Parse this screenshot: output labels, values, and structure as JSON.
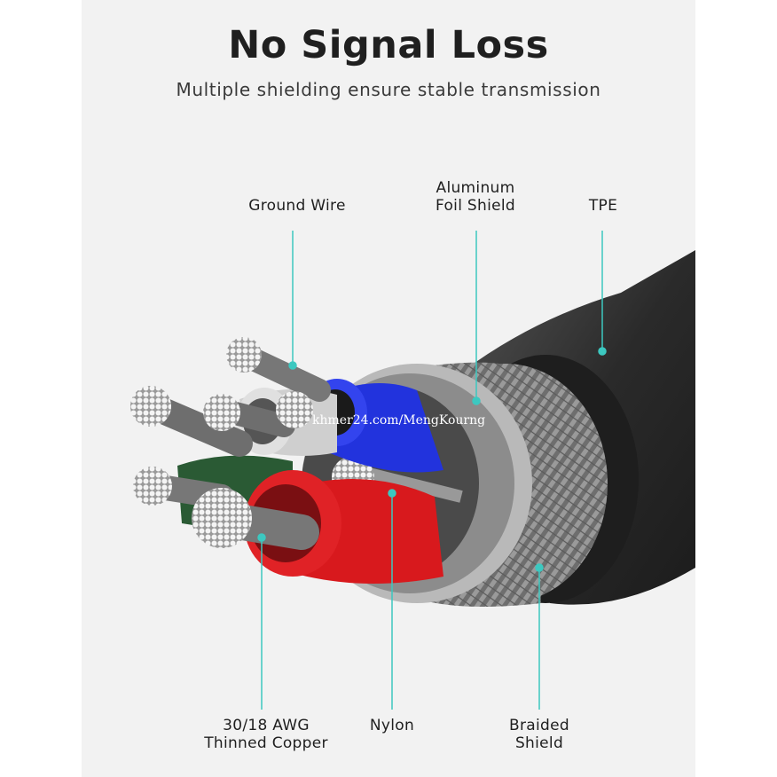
{
  "header": {
    "title": "No Signal Loss",
    "subtitle": "Multiple shielding ensure stable transmission"
  },
  "labels": {
    "ground_wire": "Ground Wire",
    "aluminum_foil": [
      "Aluminum",
      "Foil Shield"
    ],
    "tpe": "TPE",
    "copper": [
      "30/18 AWG",
      "Thinned Copper"
    ],
    "nylon": "Nylon",
    "braided": [
      "Braided",
      "Shield"
    ]
  },
  "watermark": "khmer24.com/MengKourng",
  "colors": {
    "panel": "#f2f2f2",
    "leader_line": "#3cc8c0",
    "jacket": "#2e2e2e",
    "blue_core": "#2233dd",
    "red_core": "#d8191d",
    "green_core": "#2a5a34"
  }
}
